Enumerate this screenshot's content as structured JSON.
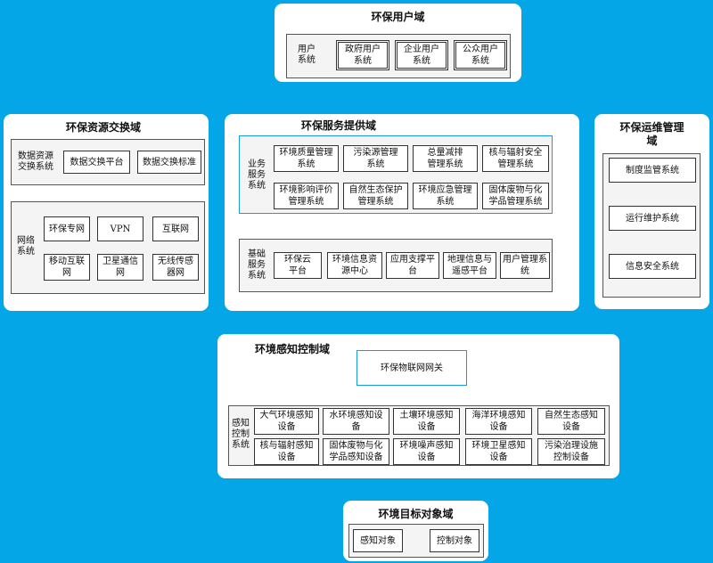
{
  "user_domain": {
    "title": "环保用户域",
    "group_label": "用户\n系统",
    "items": [
      "政府用户\n系统",
      "企业用户\n系统",
      "公众用户\n系统"
    ]
  },
  "exchange_domain": {
    "title": "环保资源交换域",
    "exchange_label": "数据资源\n交换系统",
    "exchange_items": [
      "数据交换平台",
      "数据交换标准"
    ],
    "network_label": "网络\n系统",
    "network_items": [
      "环保专网",
      "VPN",
      "互联网",
      "移动互联\n网",
      "卫星通信\n网",
      "无线传感\n器网"
    ]
  },
  "service_domain": {
    "title": "环保服务提供域",
    "business_label": "业务\n服务\n系统",
    "business_items": [
      "环境质量管理\n系统",
      "污染源管理\n系统",
      "总量减排\n管理系统",
      "核与辐射安全\n管理系统",
      "环境影响评价\n管理系统",
      "自然生态保护\n管理系统",
      "环境应急管理\n系统",
      "固体废物与化\n学品管理系统"
    ],
    "base_label": "基础\n服务\n系统",
    "base_items": [
      "环保云\n平台",
      "环境信息资\n源中心",
      "应用支撑平\n台",
      "地理信息与\n遥感平台",
      "用户管理系\n统"
    ]
  },
  "ops_domain": {
    "title": "环保运维管理\n域",
    "items": [
      "制度监管系统",
      "运行维护系统",
      "信息安全系统"
    ]
  },
  "sensing_domain": {
    "title": "环境感知控制域",
    "gateway": "环保物联网网关",
    "label": "感知\n控制\n系统",
    "items": [
      "大气环境感知\n设备",
      "水环境感知设\n备",
      "土壤环境感知\n设备",
      "海洋环境感知\n设备",
      "自然生态感知\n设备",
      "核与辐射感知\n设备",
      "固体废物与化\n学品感知设备",
      "环境噪声感知\n设备",
      "环境卫星感知\n设备",
      "污染治理设施\n控制设备"
    ]
  },
  "target_domain": {
    "title": "环境目标对象域",
    "items": [
      "感知对象",
      "控制对象"
    ]
  }
}
